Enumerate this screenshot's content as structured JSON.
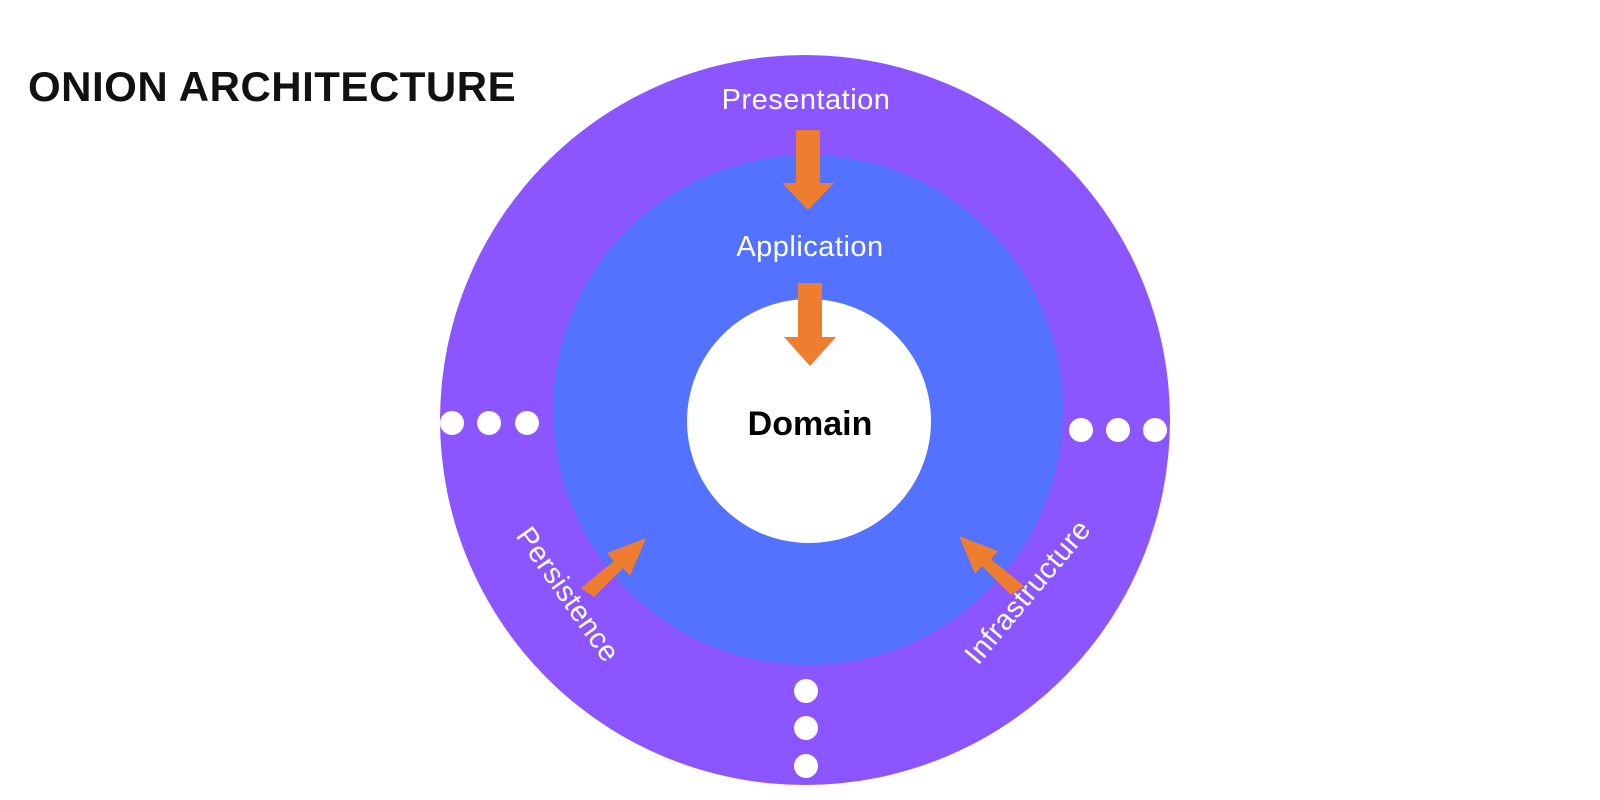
{
  "title": "ONION ARCHITECTURE",
  "colors": {
    "outer_ring": "#8b55ff",
    "middle_ring": "#5272ff",
    "core": "#ffffff",
    "arrow": "#ee7d30",
    "dots": "#ffffff"
  },
  "layers": {
    "outer_top": "Presentation",
    "outer_bottom_left": "Persistence",
    "outer_bottom_right": "Infrastructure",
    "middle": "Application",
    "core": "Domain"
  }
}
